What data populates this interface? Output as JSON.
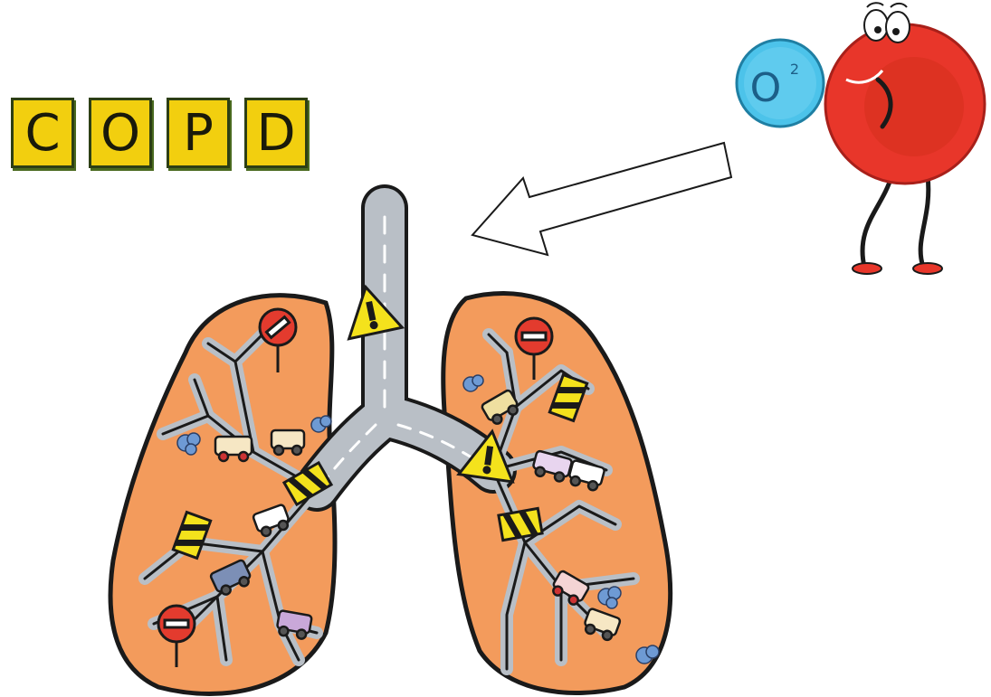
{
  "title": {
    "letters": [
      "C",
      "O",
      "P",
      "D"
    ]
  },
  "mascot": {
    "bubble_label": "O",
    "bubble_superscript": "2"
  },
  "colors": {
    "tile": "#f2cf0f",
    "lung": "#f39b5c",
    "airway": "#b9bfc6",
    "blood_cell": "#e8362a",
    "oxygen_bubble": "#4cc3ea",
    "warning": "#f4e21c"
  }
}
